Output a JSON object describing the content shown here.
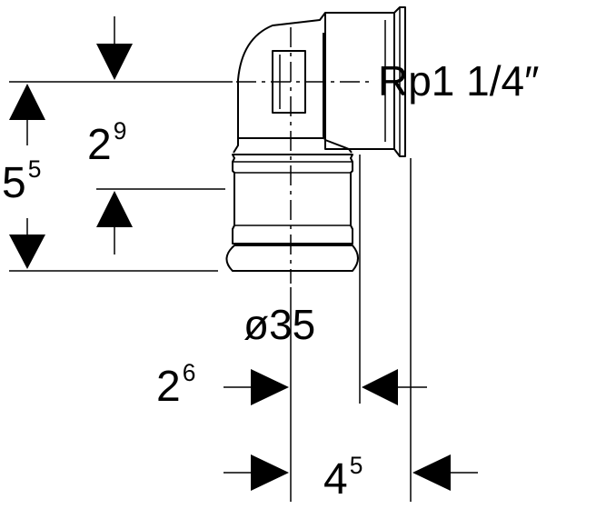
{
  "dimensions": {
    "thread": "Rp1 1/4″",
    "diameter": "ø35",
    "dim_5_5": {
      "main": "5",
      "sup": "5"
    },
    "dim_2_9": {
      "main": "2",
      "sup": "9"
    },
    "dim_2_6": {
      "main": "2",
      "sup": "6"
    },
    "dim_4_5": {
      "main": "4",
      "sup": "5"
    }
  },
  "colors": {
    "ink": "#000000",
    "background": "#ffffff"
  }
}
